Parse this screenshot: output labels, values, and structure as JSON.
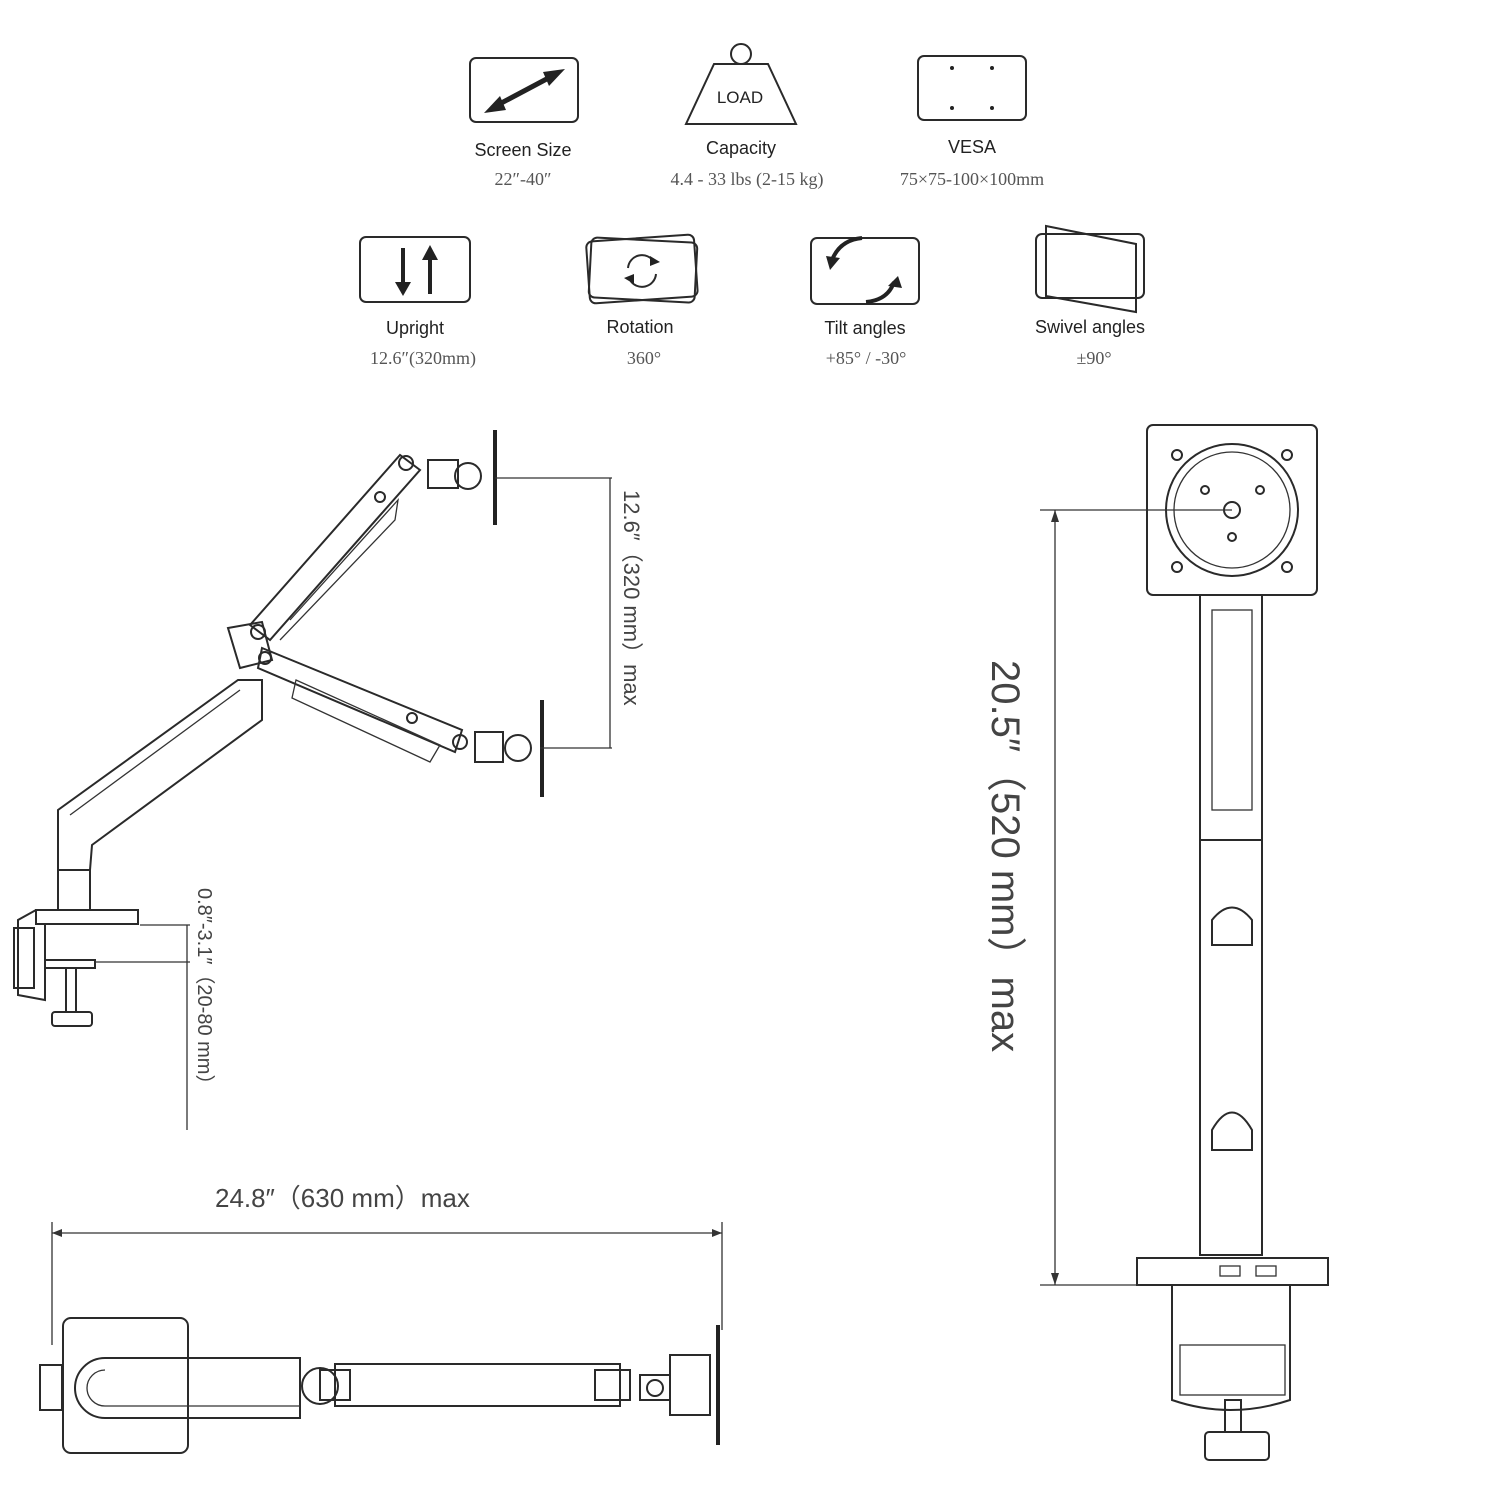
{
  "specs_row1": [
    {
      "icon": "screen-size-icon",
      "label": "Screen Size",
      "value": "22″-40″"
    },
    {
      "icon": "load-weight-icon",
      "icon_text": "LOAD",
      "label": "Capacity",
      "value": "4.4 - 33 lbs (2-15 kg)"
    },
    {
      "icon": "vesa-icon",
      "label": "VESA",
      "value": "75×75-100×100mm"
    }
  ],
  "specs_row2": [
    {
      "icon": "upright-icon",
      "label": "Upright",
      "value": "12.6″(320mm)"
    },
    {
      "icon": "rotation-icon",
      "label": "Rotation",
      "value": "360°"
    },
    {
      "icon": "tilt-icon",
      "label": "Tilt angles",
      "value": "+85°  /  -30°"
    },
    {
      "icon": "swivel-icon",
      "label": "Swivel angles",
      "value": "±90°"
    }
  ],
  "dimensions": {
    "height_adjust": "12.6″（320 mm）max",
    "clamp_range": "0.8″-3.1″（20-80 mm）",
    "reach": "24.8″（630 mm）max",
    "total_height": "20.5″（520 mm）max"
  },
  "colors": {
    "line": "#2a2a2a",
    "text": "#222222",
    "value_text": "#555555"
  }
}
